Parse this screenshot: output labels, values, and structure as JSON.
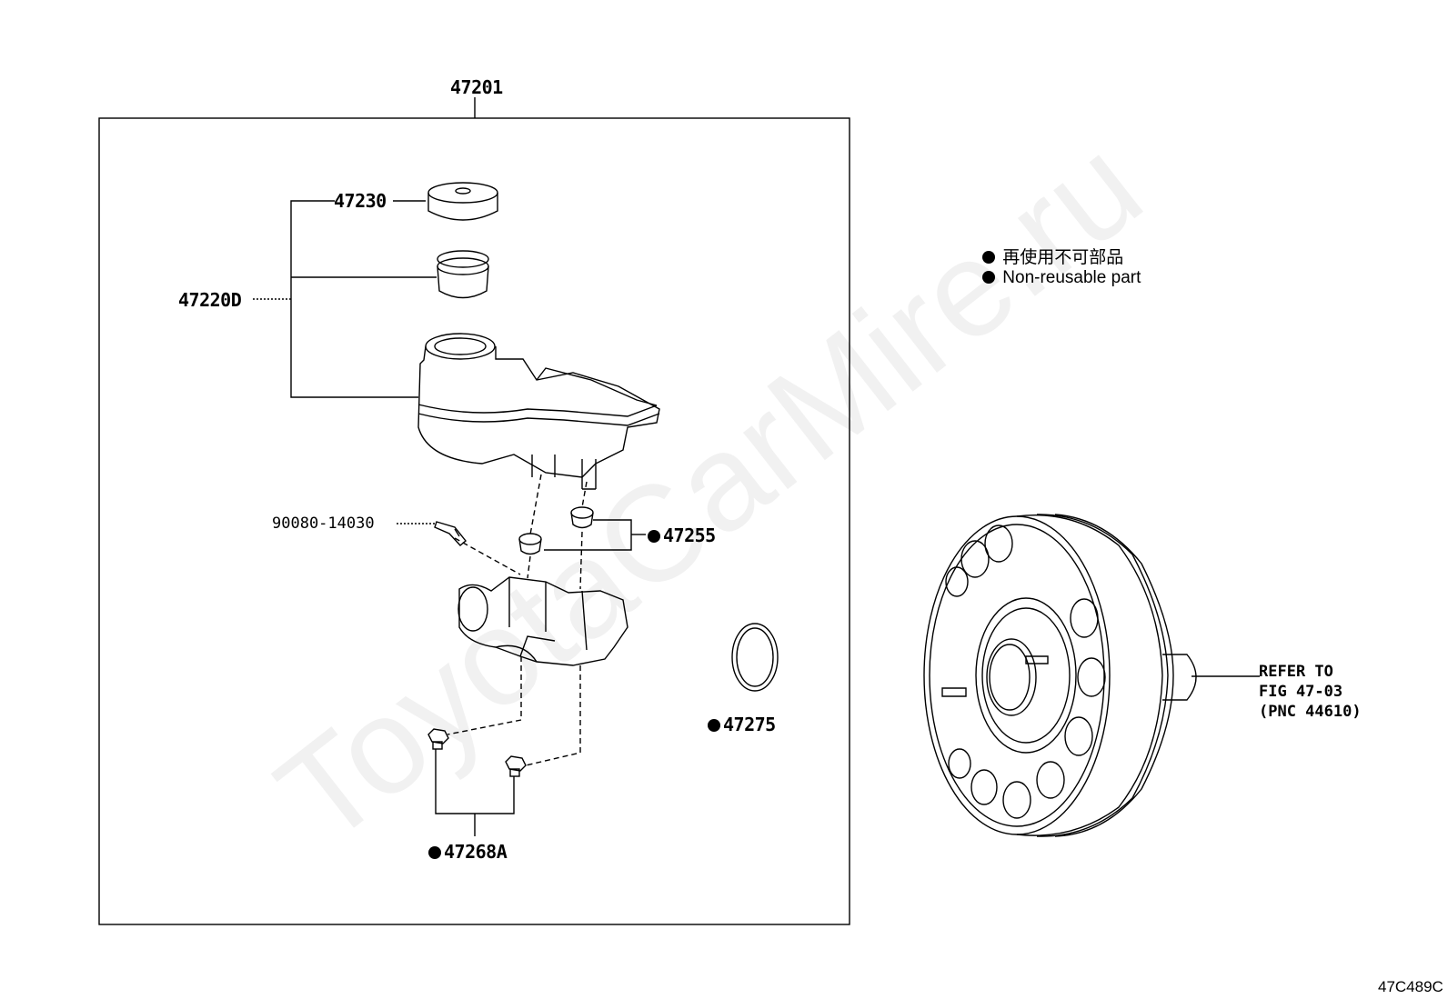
{
  "diagram": {
    "assembly_label": "47201",
    "parts": {
      "cap": "47230",
      "reservoir_set": "47220D",
      "pin": "90080-14030",
      "grommet": "47255",
      "o_ring": "47275",
      "union_bolt": "47268A"
    },
    "legend": {
      "line_jp": "再使用不可部品",
      "line_en": "Non-reusable part"
    },
    "refer": {
      "line1": "REFER TO",
      "line2": "FIG 47-03",
      "line3": "(PNC 44610)"
    },
    "figure_code": "47C489C",
    "watermark": "ToyotaCarMire.ru"
  }
}
